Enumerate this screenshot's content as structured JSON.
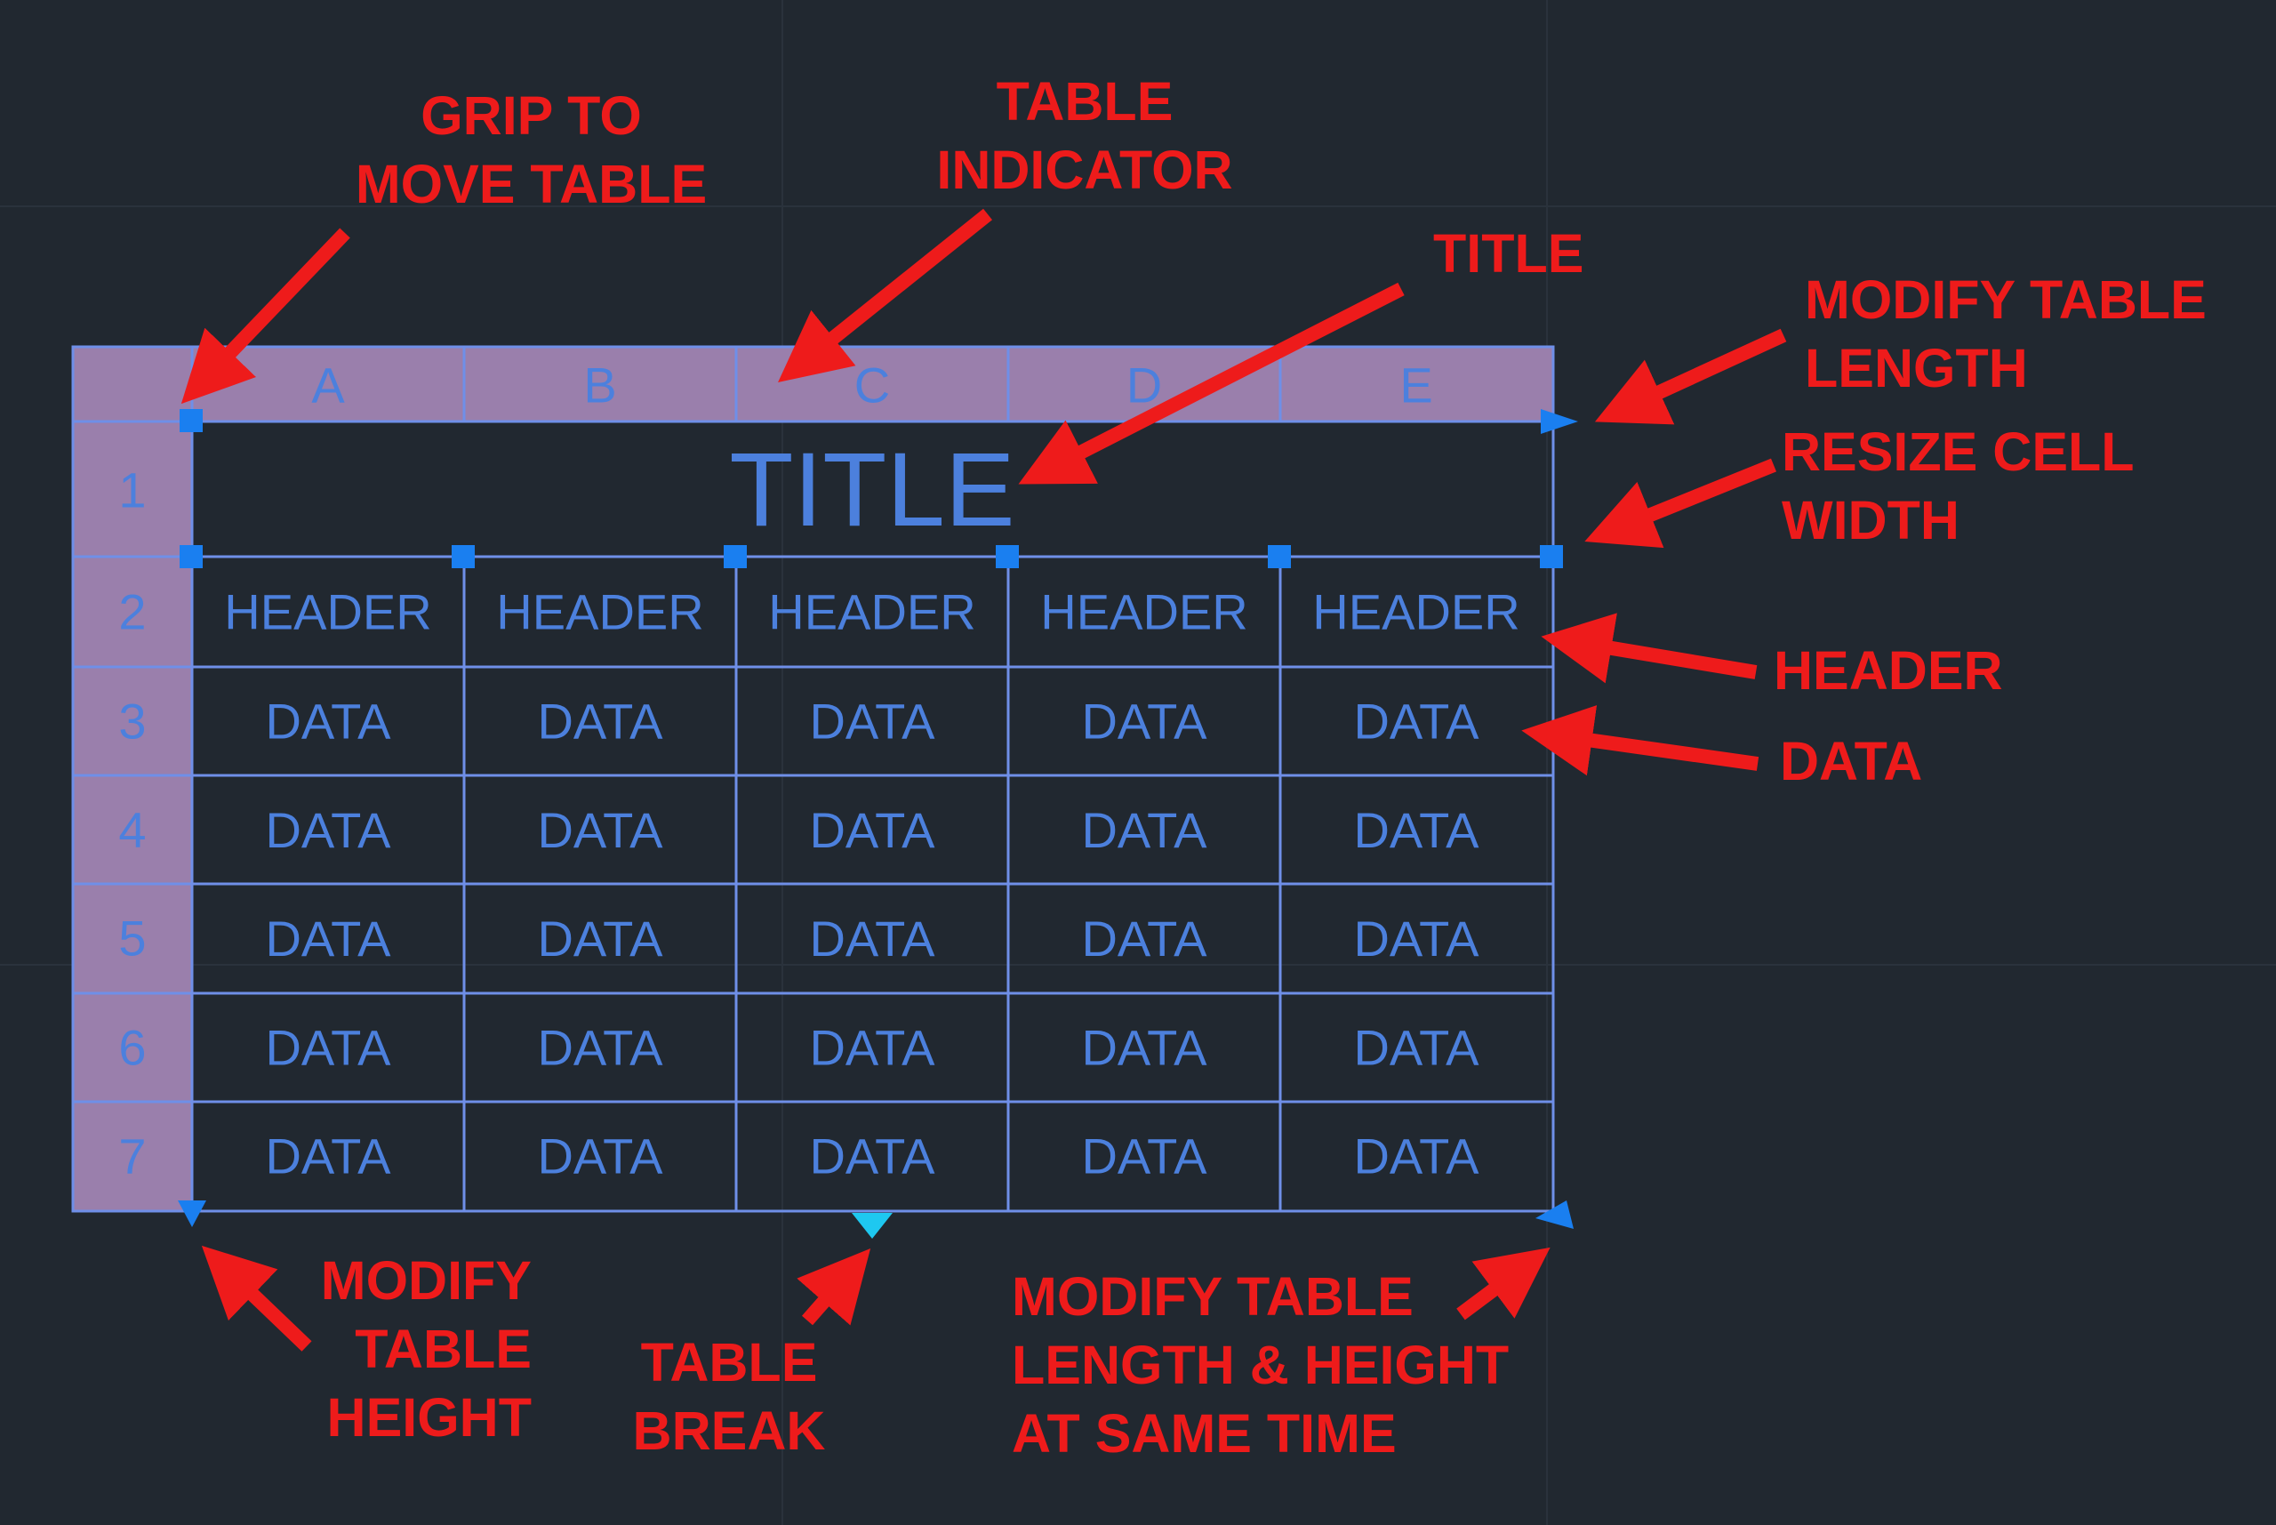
{
  "table": {
    "columns": [
      "A",
      "B",
      "C",
      "D",
      "E"
    ],
    "rows": [
      "1",
      "2",
      "3",
      "4",
      "5",
      "6",
      "7"
    ],
    "title": "TITLE",
    "header_label": "HEADER",
    "data_label": "DATA",
    "data_row_count": 5
  },
  "callouts": {
    "grip": [
      "GRIP TO",
      "MOVE TABLE"
    ],
    "indicator": [
      "TABLE",
      "INDICATOR"
    ],
    "title": [
      "TITLE"
    ],
    "modify_length": [
      "MODIFY TABLE",
      "LENGTH"
    ],
    "resize_width": [
      "RESIZE CELL",
      "WIDTH"
    ],
    "header": [
      "HEADER"
    ],
    "data": [
      "DATA"
    ],
    "modify_height": [
      "MODIFY",
      "TABLE",
      "HEIGHT"
    ],
    "table_break": [
      "TABLE",
      "BREAK"
    ],
    "modify_both": [
      "MODIFY TABLE",
      "LENGTH &  HEIGHT",
      "AT SAME TIME"
    ]
  },
  "colors": {
    "background": "#212830",
    "grid_lines": "#2a323c",
    "table_lines": "#6f8fe8",
    "indicator_fill": "#9a7fac",
    "cell_text": "#4c80dd",
    "grips": "#1a7ff0",
    "break_grip": "#1ec8f0",
    "annotations": "#ee1b1b"
  }
}
